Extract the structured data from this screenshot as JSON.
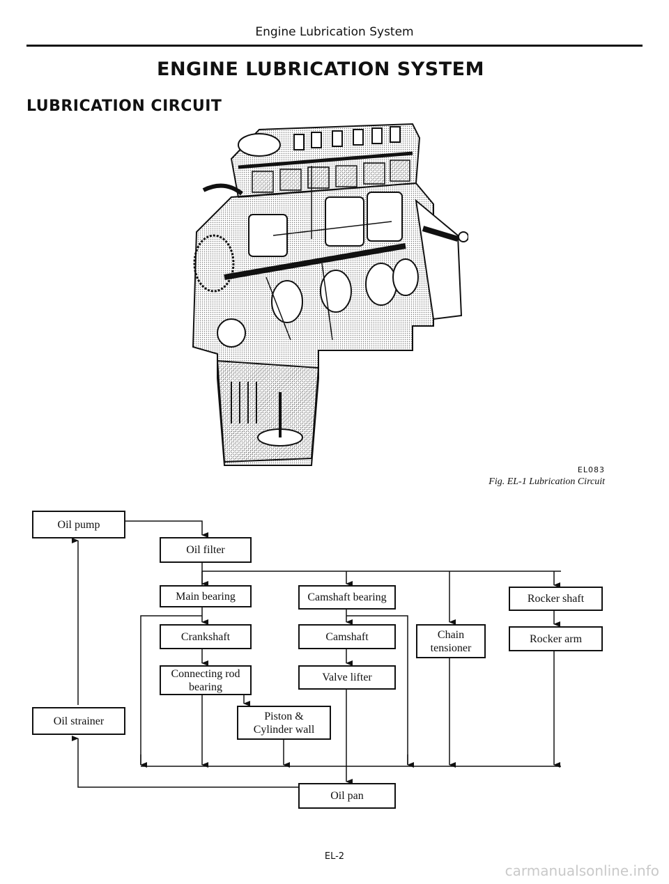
{
  "header": {
    "running_title": "Engine Lubrication System",
    "page_title": "ENGINE LUBRICATION SYSTEM",
    "section_title": "LUBRICATION CIRCUIT"
  },
  "figure": {
    "code": "EL083",
    "caption": "Fig. EL-1 Lubrication Circuit"
  },
  "flowchart": {
    "oil_pump": "Oil pump",
    "oil_filter": "Oil filter",
    "main_bearing": "Main bearing",
    "camshaft_bearing": "Camshaft bearing",
    "rocker_shaft": "Rocker shaft",
    "crankshaft": "Crankshaft",
    "camshaft": "Camshaft",
    "chain_tensioner": "Chain\ntensioner",
    "rocker_arm": "Rocker arm",
    "connecting_rod_bearing": "Connecting rod\nbearing",
    "valve_lifter": "Valve lifter",
    "oil_strainer": "Oil strainer",
    "piston_cylinder_wall": "Piston &\nCylinder wall",
    "oil_pan": "Oil pan"
  },
  "footer": {
    "page_number": "EL-2",
    "watermark": "carmanualsonline.info"
  }
}
